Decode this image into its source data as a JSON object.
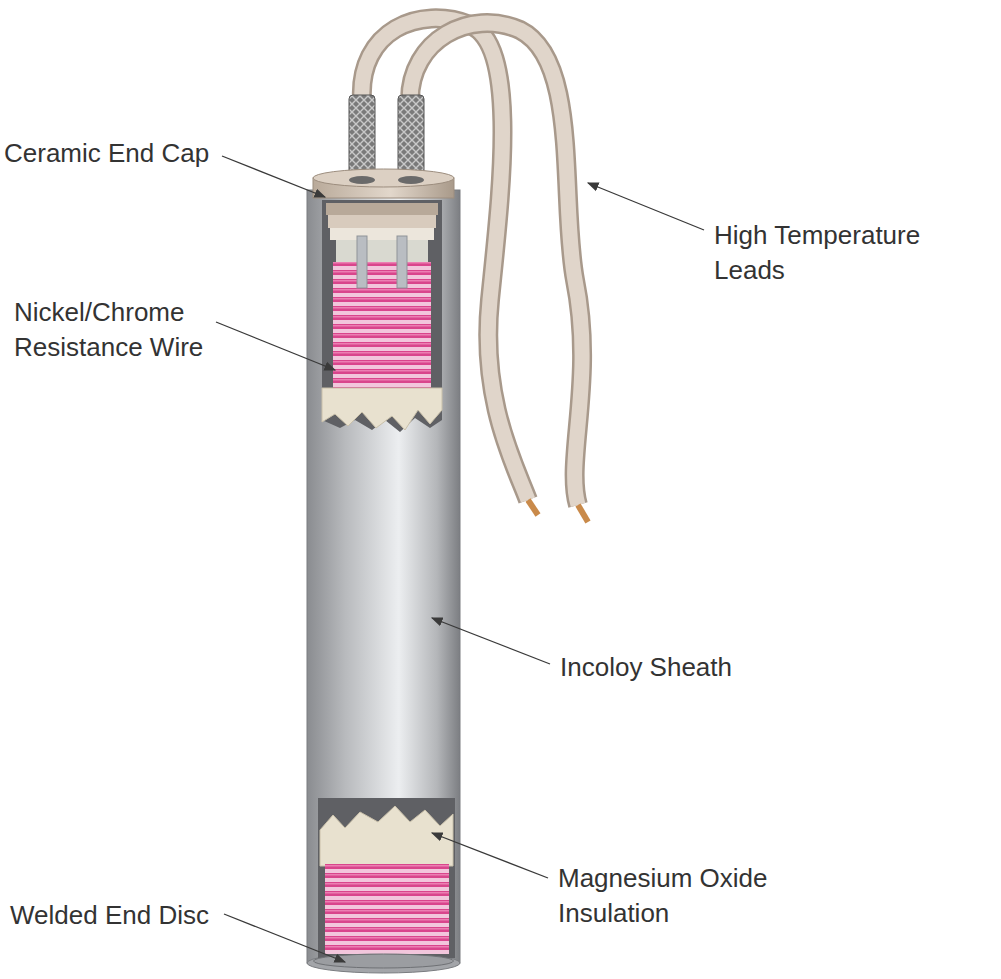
{
  "diagram": {
    "labels": [
      "Ceramic End Cap",
      "High Temperature Leads",
      "Nickel/Chrome Resistance Wire",
      "Incoloy Sheath",
      "Magnesium Oxide Insulation",
      "Welded End Disc"
    ]
  }
}
